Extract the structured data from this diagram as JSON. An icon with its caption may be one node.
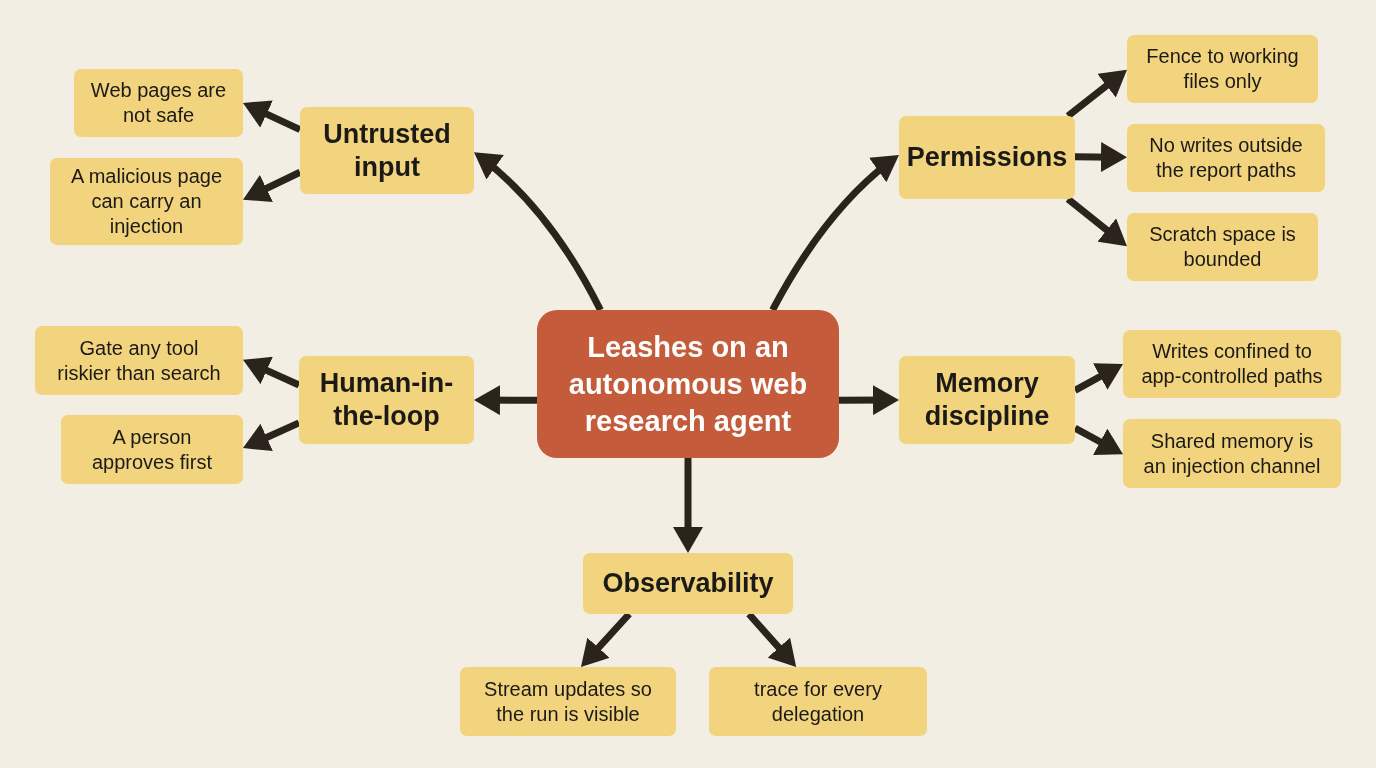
{
  "diagram": {
    "nodes": [
      {
        "text": [
          "Leashes on an autonomous web research agent"
        ]
      },
      {
        "text": [
          "Untrusted input"
        ]
      },
      {
        "text": [
          "Web pages are not safe"
        ]
      },
      {
        "text": [
          "A malicious page can carry an injection"
        ]
      },
      {
        "text": [
          "Permissions"
        ]
      },
      {
        "text": [
          "Fence to working files only"
        ]
      },
      {
        "text": [
          "No writes outside the report paths"
        ]
      },
      {
        "text": [
          "Scratch space is bounded"
        ]
      },
      {
        "text": [
          "Human-in-the-loop"
        ]
      },
      {
        "text": [
          "Gate any tool riskier than search"
        ]
      },
      {
        "text": [
          "A person approves first"
        ]
      },
      {
        "text": [
          "Memory discipline"
        ]
      },
      {
        "text": [
          "Writes confined to app-controlled paths"
        ]
      },
      {
        "text": [
          "Shared memory is an injection channel"
        ]
      },
      {
        "text": [
          "Observability"
        ]
      },
      {
        "text": [
          "Stream updates so the run is visible"
        ]
      },
      {
        "text": [
          "trace for every delegation"
        ]
      }
    ],
    "edges": [
      {
        "from": 0,
        "to": 1,
        "arrow": "to"
      },
      {
        "from": 1,
        "to": 2,
        "arrow": "to"
      },
      {
        "from": 1,
        "to": 3,
        "arrow": "to"
      },
      {
        "from": 0,
        "to": 4,
        "arrow": "to"
      },
      {
        "from": 4,
        "to": 5,
        "arrow": "to"
      },
      {
        "from": 4,
        "to": 6,
        "arrow": "to"
      },
      {
        "from": 4,
        "to": 7,
        "arrow": "to"
      },
      {
        "from": 0,
        "to": 8,
        "arrow": "to"
      },
      {
        "from": 8,
        "to": 9,
        "arrow": "to"
      },
      {
        "from": 8,
        "to": 10,
        "arrow": "to"
      },
      {
        "from": 0,
        "to": 11,
        "arrow": "to"
      },
      {
        "from": 11,
        "to": 12,
        "arrow": "to"
      },
      {
        "from": 11,
        "to": 13,
        "arrow": "to"
      },
      {
        "from": 0,
        "to": 14,
        "arrow": "to"
      },
      {
        "from": 14,
        "to": 15,
        "arrow": "to"
      },
      {
        "from": 14,
        "to": 16,
        "arrow": "to"
      }
    ]
  }
}
